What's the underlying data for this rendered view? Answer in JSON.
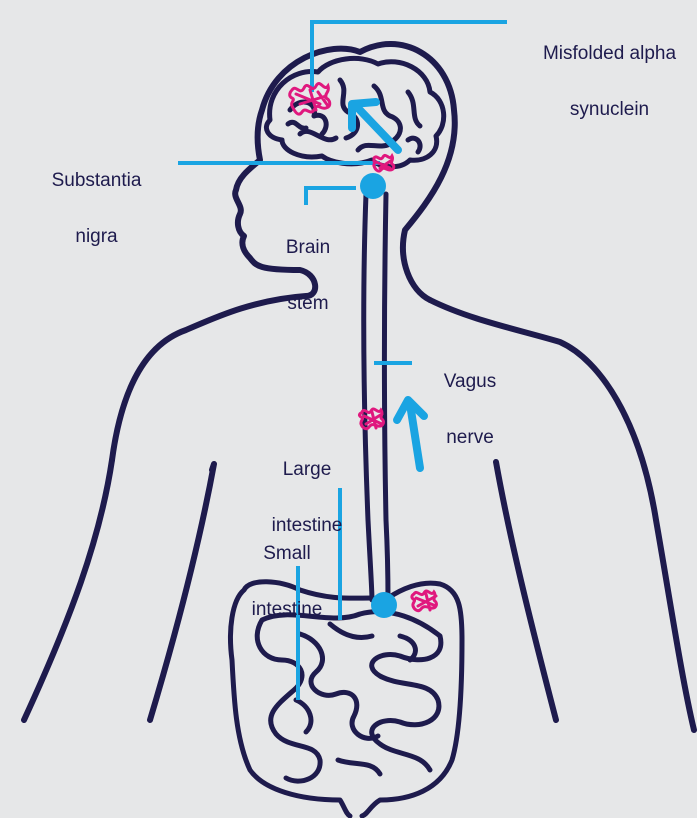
{
  "colors": {
    "background": "#e6e7e8",
    "outline": "#1e1b4d",
    "pointer": "#1aa4e2",
    "protein": "#e0187e"
  },
  "labels": {
    "misfolded": [
      "Misfolded alpha",
      "synuclein"
    ],
    "substantia": [
      "Substantia",
      "nigra"
    ],
    "brainstem": [
      "Brain",
      "stem"
    ],
    "vagus": [
      "Vagus",
      "nerve"
    ],
    "large_intestine": [
      "Large",
      "intestine"
    ],
    "small_intestine": [
      "Small",
      "intestine"
    ]
  },
  "icons": {
    "protein_clump": "squiggle-clump-icon",
    "direction_arrow": "up-arrow-icon",
    "node": "circle-node-icon"
  }
}
